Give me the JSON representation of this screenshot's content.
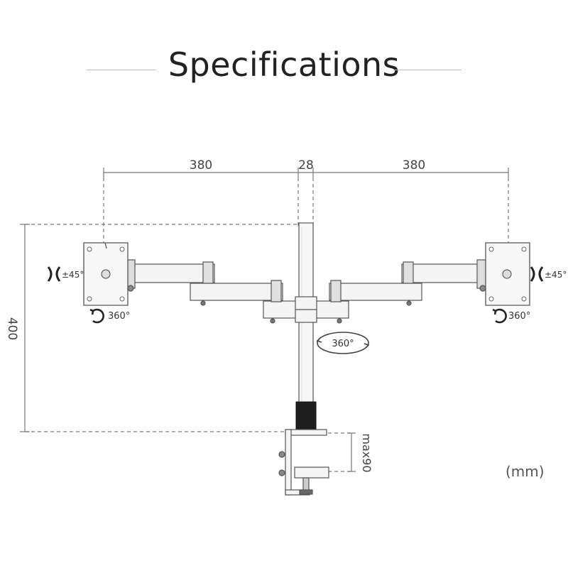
{
  "title": "Specifications",
  "dimensions": {
    "arm_left": "380",
    "pole": "28",
    "arm_right": "380",
    "height": "400",
    "clamp": "max90"
  },
  "rotation": {
    "tilt_left": "±45°",
    "tilt_right": "±45°",
    "rotate_left": "360°",
    "rotate_right": "360°",
    "swivel_pole": "360°"
  },
  "unit": "(mm)",
  "colors": {
    "line": "#666666",
    "metal": "#f4f4f4",
    "outline": "#555555",
    "dark": "#222222"
  },
  "icons": [
    "tilt-icon",
    "rotate-icon"
  ]
}
